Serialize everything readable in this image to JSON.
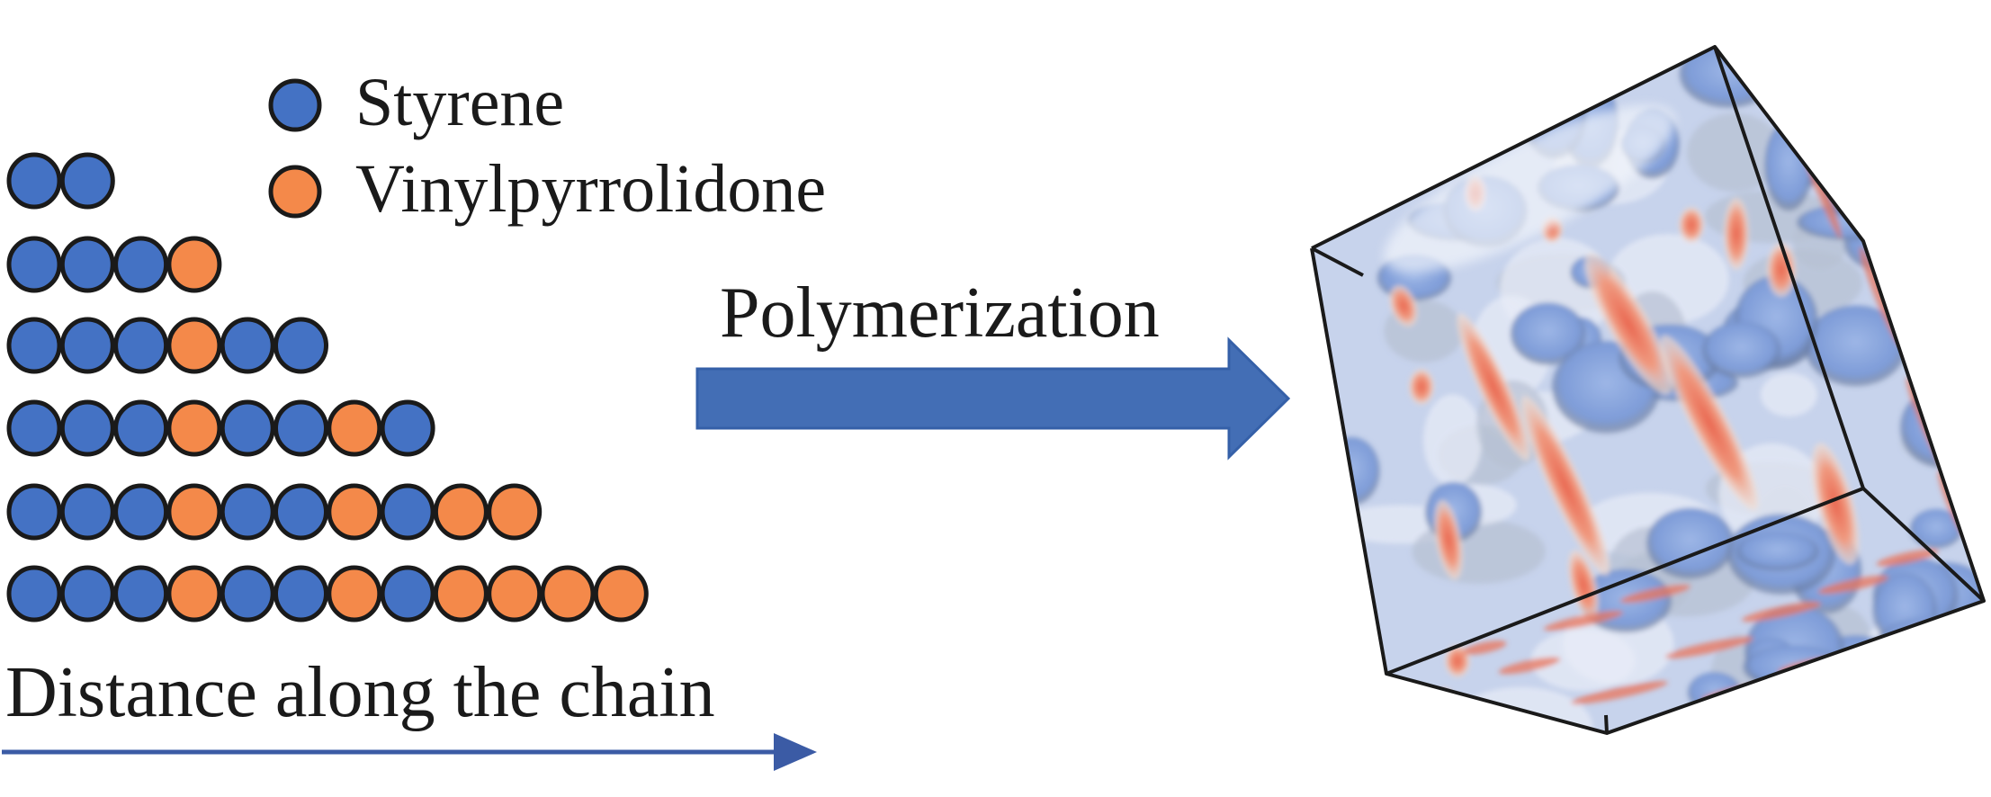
{
  "colors": {
    "styrene": "#4472C4",
    "vinylpyrrolidone": "#F4894A",
    "bead_outline": "#1a1a1a",
    "arrow": "#436EB5",
    "axis_arrow": "#3B5BA5",
    "cube_edge": "#1a1a1a",
    "cube_blue": "#7F9FDA",
    "cube_red": "#E9735A"
  },
  "legend": {
    "items": [
      {
        "label": "Styrene",
        "monomer": "S"
      },
      {
        "label": "Vinylpyrrolidone",
        "monomer": "V"
      }
    ]
  },
  "chains": {
    "description": "Growing copolymer chains; S = Styrene, V = Vinylpyrrolidone",
    "rows": [
      [
        "S",
        "S"
      ],
      [
        "S",
        "S",
        "S",
        "V"
      ],
      [
        "S",
        "S",
        "S",
        "V",
        "S",
        "S"
      ],
      [
        "S",
        "S",
        "S",
        "V",
        "S",
        "S",
        "V",
        "S"
      ],
      [
        "S",
        "S",
        "S",
        "V",
        "S",
        "S",
        "V",
        "S",
        "V",
        "V"
      ],
      [
        "S",
        "S",
        "S",
        "V",
        "S",
        "S",
        "V",
        "S",
        "V",
        "V",
        "V",
        "V"
      ]
    ]
  },
  "process": {
    "label": "Polymerization",
    "arrow_icon": "block-arrow-right"
  },
  "axis": {
    "label": "Distance along the chain",
    "arrow_icon": "arrow-right"
  },
  "result": {
    "description": "3D simulation box showing microphase-separated morphology",
    "icon": "morphology-cube"
  }
}
